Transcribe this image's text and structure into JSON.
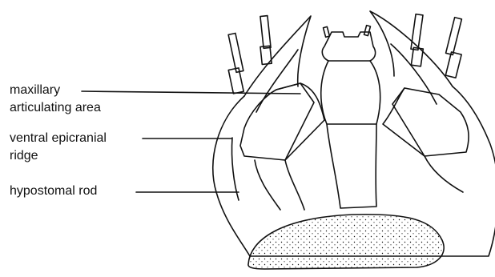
{
  "labels": {
    "maxillary_line1": "maxillary",
    "maxillary_line2": "articulating area",
    "ventral_line1": "ventral epicranial",
    "ventral_line2": "ridge",
    "hypostomal": "hypostomal rod"
  },
  "colors": {
    "ink": "#111111",
    "background": "#ffffff"
  }
}
